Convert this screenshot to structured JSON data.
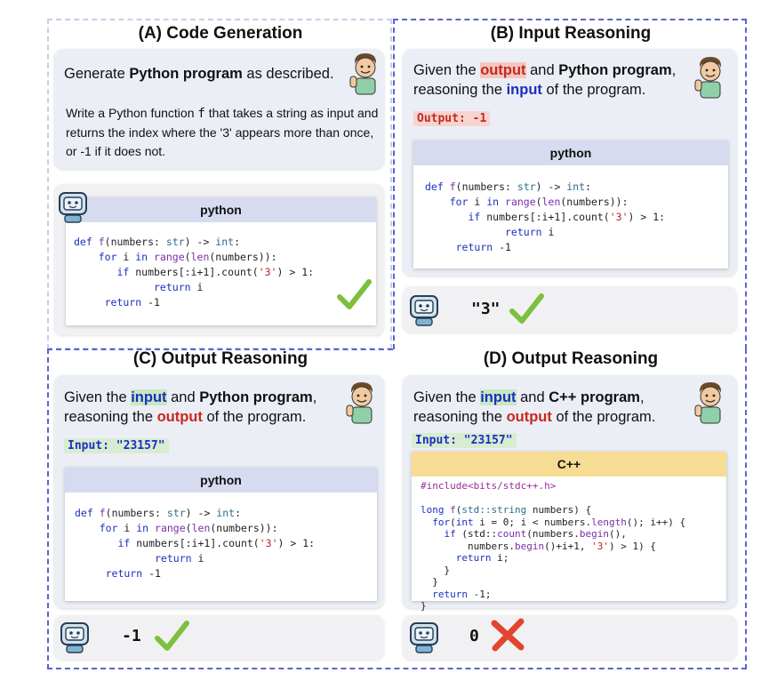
{
  "panels": {
    "a": {
      "title": "(A) Code Generation",
      "prompt_pre": "Generate ",
      "prompt_bold": "Python program",
      "prompt_post": " as described.",
      "desc_1": "Write a Python function ",
      "desc_fn": "f",
      "desc_2": " that takes a string as input and returns the index where the '3' appears more than once, or -1 if it does not.",
      "code_lang": "python"
    },
    "b": {
      "title": "(B) Input Reasoning",
      "p1": "Given the ",
      "p_hl": "output",
      "p2": " and ",
      "p_bold": "Python program",
      "p3": ",",
      "p4": "reasoning the ",
      "p_hl2": "input",
      "p5": " of the program.",
      "tag": "Output: -1",
      "code_lang": "python",
      "answer": "\"3\""
    },
    "c": {
      "title": "(C) Output Reasoning",
      "p1": "Given the ",
      "p_hl": "input",
      "p2": " and ",
      "p_bold": "Python program",
      "p3": ",",
      "p4": "reasoning the ",
      "p_hl2": "output",
      "p5": " of the program.",
      "tag": "Input: \"23157\"",
      "code_lang": "python",
      "answer": "-1"
    },
    "d": {
      "title": "(D) Output Reasoning",
      "p1": "Given the ",
      "p_hl": "input",
      "p2": " and ",
      "p_bold": "C++ program",
      "p3": ",",
      "p4": "reasoning the ",
      "p_hl2": "output",
      "p5": " of the program.",
      "tag": "Input: \"23157\"",
      "code_lang": "C++",
      "answer": "0"
    }
  },
  "python_code": {
    "l1a": "def ",
    "l1b": "f",
    "l1c": "(numbers: ",
    "l1d": "str",
    "l1e": ") -> ",
    "l1f": "int",
    "l1g": ":",
    "l2a": "    for ",
    "l2b": "i ",
    "l2c": "in ",
    "l2d": "range",
    "l2e": "(",
    "l2f": "len",
    "l2g": "(numbers)):",
    "l3a": "       if ",
    "l3b": "numbers[:i+1].count(",
    "l3c": "'3'",
    "l3d": ") > 1:",
    "l4a": "             return ",
    "l4b": "i",
    "l5a": "     return ",
    "l5b": "-1"
  },
  "cpp_code": {
    "l1": "#include<bits/stdc++.h>",
    "l2a": "long ",
    "l2b": "f",
    "l2c": "(",
    "l2d": "std::string ",
    "l2e": "numbers) {",
    "l3a": "  for",
    "l3b": "(",
    "l3c": "int ",
    "l3d": "i = 0; i < numbers.",
    "l3e": "length",
    "l3f": "(); i++) {",
    "l4a": "    if ",
    "l4b": "(std::",
    "l4c": "count",
    "l4d": "(numbers.",
    "l4e": "begin",
    "l4f": "(),",
    "l5a": "        numbers.",
    "l5b": "begin",
    "l5c": "()+i+1, ",
    "l5d": "'3'",
    "l5e": ") > 1) {",
    "l6a": "      return ",
    "l6b": "i;",
    "l7": "    }",
    "l8": "  }",
    "l9a": "  return ",
    "l9b": "-1;",
    "l10": "}"
  },
  "icons": {
    "human": "person-avatar-icon",
    "robot": "robot-avatar-icon",
    "check": "green-check-icon",
    "cross": "red-x-icon"
  },
  "colors": {
    "input_highlight": "#c9e7c2",
    "output_highlight": "#f4c6c0",
    "accent_blue": "#1b2fc0",
    "accent_red": "#c7281d",
    "frame_dashed": "#5b63cf"
  }
}
